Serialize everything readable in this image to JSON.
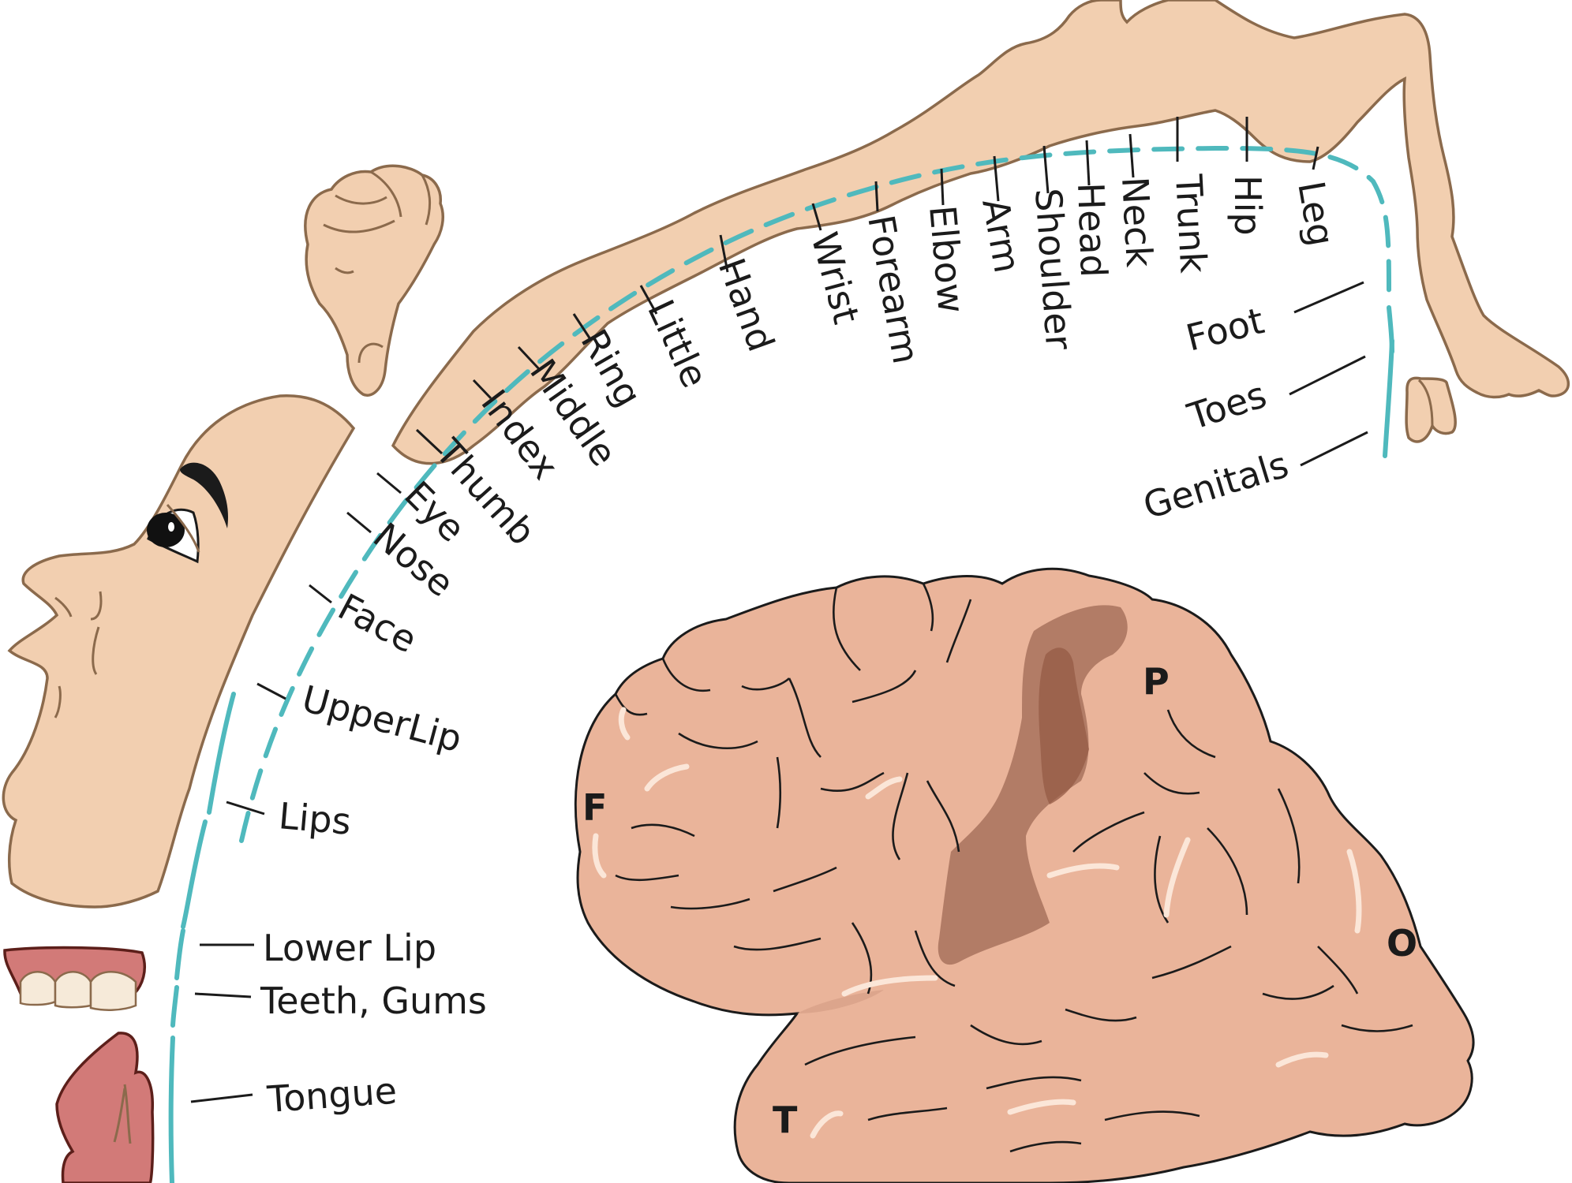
{
  "diagram": {
    "type": "sensory homunculus",
    "colors": {
      "skin": "#f2cfb0",
      "skin_outline": "#8b6a4c",
      "brain": "#eab49a",
      "brain_outline": "#1b1b1b",
      "somatosensory_strip": "#b27c66",
      "somatosensory_strip_dark": "#945b46",
      "mouth_red": "#d27a78",
      "teeth": "#f6ead9",
      "arc": "#4fb9bd",
      "text": "#1b1b1b"
    },
    "body_part_labels": [
      {
        "id": "leg",
        "text": "Leg"
      },
      {
        "id": "hip",
        "text": "Hip"
      },
      {
        "id": "trunk",
        "text": "Trunk"
      },
      {
        "id": "neck",
        "text": "Neck"
      },
      {
        "id": "head",
        "text": "Head"
      },
      {
        "id": "shoulder",
        "text": "Shoulder"
      },
      {
        "id": "arm",
        "text": "Arm"
      },
      {
        "id": "elbow",
        "text": "Elbow"
      },
      {
        "id": "forearm",
        "text": "Forearm"
      },
      {
        "id": "wrist",
        "text": "Wrist"
      },
      {
        "id": "hand",
        "text": "Hand"
      },
      {
        "id": "little",
        "text": "Little"
      },
      {
        "id": "ring",
        "text": "Ring"
      },
      {
        "id": "middle",
        "text": "Middle"
      },
      {
        "id": "index",
        "text": "Index"
      },
      {
        "id": "thumb",
        "text": "Thumb"
      },
      {
        "id": "eye",
        "text": "Eye"
      },
      {
        "id": "nose",
        "text": "Nose"
      },
      {
        "id": "face",
        "text": "Face"
      },
      {
        "id": "upperlip",
        "text": "UpperLip"
      },
      {
        "id": "lips",
        "text": "Lips"
      },
      {
        "id": "lowerlip",
        "text": "Lower Lip"
      },
      {
        "id": "teeth",
        "text": "Teeth, Gums"
      },
      {
        "id": "tongue",
        "text": "Tongue"
      },
      {
        "id": "foot",
        "text": "Foot"
      },
      {
        "id": "toes",
        "text": "Toes"
      },
      {
        "id": "genitals",
        "text": "Genitals"
      }
    ],
    "lobe_labels": {
      "frontal": "F",
      "parietal": "P",
      "occipital": "O",
      "temporal": "T"
    }
  }
}
